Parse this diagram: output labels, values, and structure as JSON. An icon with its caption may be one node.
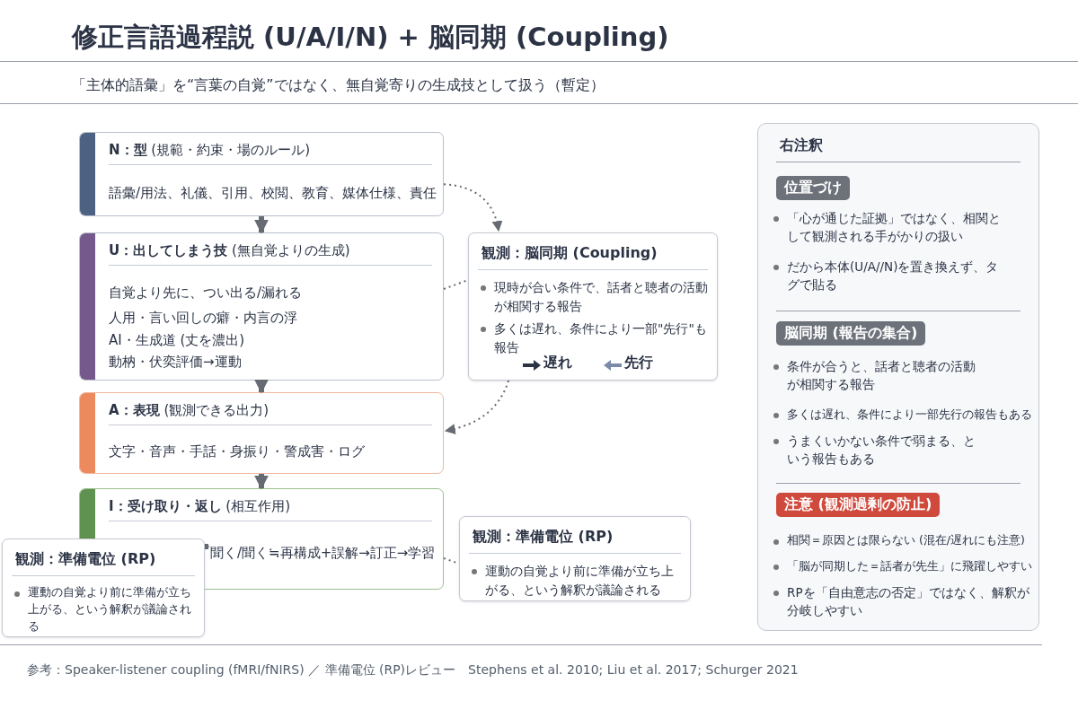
{
  "diagram": {
    "title": "修正言語過程説 (U/A/I/N) + 脳同期 (Coupling)",
    "nodes": [
      {
        "text": [
          "**N：型** (規範・約束・場のルール)",
          "語彙/用法、礼儀、引用、校閲、教育、媒体仕様、責任"
        ]
      },
      {
        "text": [
          "**U：出してしまう技** (無自覚よりの生成)",
          "自覚より先に、つい出る/漏れる",
          "人用・言い回しの癖・内言の浮",
          "AI・生成道 (丈を濃出)",
          "動枘・伏奕評価→運動"
        ]
      },
      {
        "text": [
          "観測：脳同期 (Coupling)",
          "現時が合い条件で、話者と聴者の活動が相関する報告",
          "多くは遅れ、条件により一部\"先行\"も報告",
          "遅れ",
          "先行"
        ]
      },
      {
        "text": [
          "**A：表現** (観測できる出力)",
          "文字・音声・手話・身振り・警成害・ログ"
        ]
      },
      {
        "text": [
          "**I：受け取り・返し** (相互作用)",
          "聞く/聞く≒再構成+誤解→訂正→学習"
        ]
      },
      {
        "text": [
          "観測：準備電位 (RP)",
          "運動の自覚より前に準備が立ち上がる、という解釈が議論される"
        ]
      },
      {
        "text": [
          "観測：準備電位 (RP)",
          "運動の自覚より前に準備が立ち上がる、という解釈が議論される"
        ]
      },
      {
        "text": [
          "右注釈"
        ]
      },
      {
        "text": [
          "位置づけ"
        ],
        "in": 7
      },
      {
        "text": [
          "脳同期 (報告の集合)"
        ],
        "in": 7
      },
      {
        "text": [
          "注意 (観測過剰の防止)"
        ],
        "in": 7
      }
    ],
    "edges": [
      {
        "from": 0,
        "to": 1,
        "arrow": "to",
        "style": "thick"
      },
      {
        "from": 1,
        "to": 3,
        "arrow": "to",
        "style": "thick"
      },
      {
        "from": 3,
        "to": 4,
        "arrow": "to",
        "style": "thick"
      },
      {
        "from": 0,
        "to": 2,
        "arrow": "to",
        "style": "dashed"
      },
      {
        "from": 1,
        "to": 2,
        "arrow": "none",
        "style": "dashed"
      },
      {
        "from": 2,
        "to": 3,
        "arrow": "to",
        "style": "dashed"
      },
      {
        "from": 5,
        "to": 4,
        "arrow": "to",
        "style": "thick"
      },
      {
        "from": 4,
        "to": 6,
        "arrow": "none",
        "style": "dashed"
      }
    ],
    "labels": [
      "「主体的語彙」を“言葉の自覚”ではなく、無自覚寄りの生成技として扱う（暫定）",
      "「心が通じた証拠」ではなく、相関として観測される手がかりの扱い",
      "だから本体(U/A//N)を置き換えず、タグで貼る",
      "条件が合うと、話者と聴者の活動が相関する報告",
      "多くは遅れ、条件により一部先行の報告もある",
      "うまくいかない条件で弱まる、という報告もある",
      "相関＝原因とは限らない (混在/遅れにも注意)",
      "「脳が同期した＝話者が先生」に飛躍しやすい",
      "RPを「自由意志の否定」ではなく、解釈が分岐しやすい",
      "参考：Speaker-listener coupling (fMRI/fNIRS) ／ 準備電位 (RP)レビュー　Stephens et al. 2010; Liu et al. 2017; Schurger 2021"
    ]
  }
}
